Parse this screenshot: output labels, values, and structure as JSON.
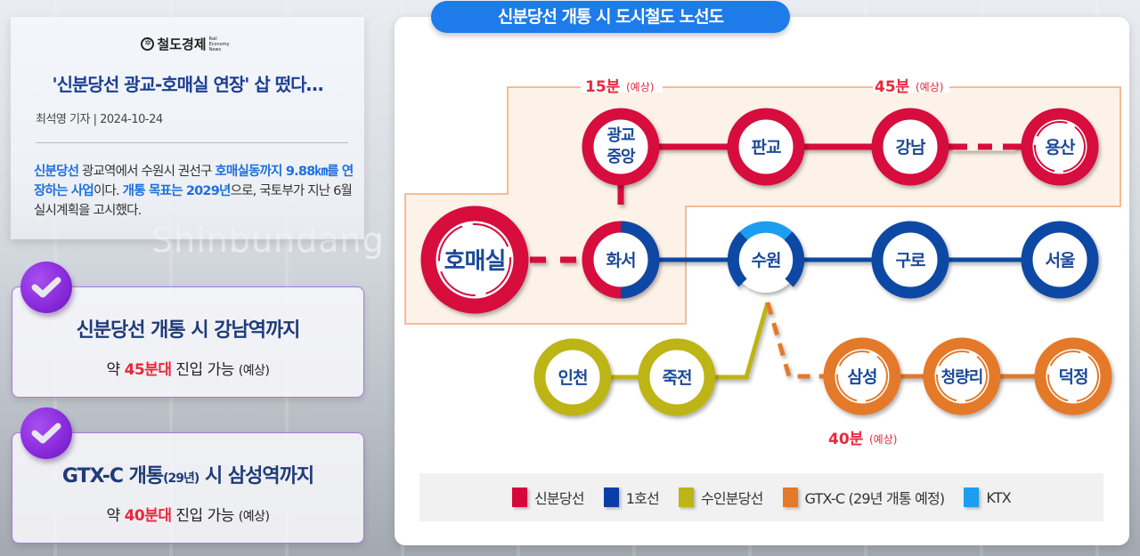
{
  "article": {
    "logo_text": "철도경제",
    "logo_sub": "Rail Economy News",
    "headline": "'신분당선 광교-호매실 연장' 삽 떴다…",
    "byline": "최석영 기자 | 2024-10-24",
    "body": [
      {
        "t": "신분당선",
        "hl": true
      },
      {
        "t": " 광교역에서 수원시 권선구 ",
        "hl": false
      },
      {
        "t": "호매실동까지 9.88㎞를 연장하는 사업",
        "hl": true
      },
      {
        "t": "이다. ",
        "hl": false
      },
      {
        "t": "개통 목표는 2029년",
        "hl": true
      },
      {
        "t": "으로, 국토부가 지난 6월 실시계획을 고시했다.",
        "hl": false
      }
    ]
  },
  "watermark": "Shinbundang Line",
  "cards": [
    {
      "title": "신분당선 개통 시 강남역까지",
      "sub_prefix": "약 ",
      "sub_highlight": "45분대",
      "sub_suffix": " 진입 가능 ",
      "sub_paren": "(예상)"
    },
    {
      "title_main": "GTX-C 개통",
      "title_small": "(29년)",
      "title_tail": " 시 삼성역까지",
      "sub_prefix": "약 ",
      "sub_highlight": "40분대",
      "sub_suffix": " 진입 가능 ",
      "sub_paren": "(예상)"
    }
  ],
  "map": {
    "title": "신분당선 개통 시 도시철도 노선도",
    "colors": {
      "shinbundang": "#d6073d",
      "line1": "#0a4aa4",
      "suin_bundang": "#bdb415",
      "gtx_c": "#e4792a",
      "ktx": "#1a9ef0",
      "zone_fill": "#fcf2e8",
      "zone_border": "#f2a877"
    },
    "times": [
      {
        "value": "15분",
        "note": "(예상)"
      },
      {
        "value": "45분",
        "note": "(예상)"
      },
      {
        "value": "40분",
        "note": "(예상)"
      }
    ],
    "stations": {
      "gwanggyo_jungang": [
        "광교",
        "중앙"
      ],
      "pangyo": "판교",
      "gangnam": "강남",
      "yongsan": "용산",
      "homaesil": "호매실",
      "hwaseo": "화서",
      "suwon": "수원",
      "guro": "구로",
      "seoul": "서울",
      "incheon": "인천",
      "jukjeon": "죽전",
      "samseong": "삼성",
      "cheongnyangni": "청량리",
      "deokjeong": "덕정"
    }
  },
  "legend": [
    {
      "label": "신분당선",
      "color": "#d6073d"
    },
    {
      "label": "1호선",
      "color": "#0a3ea6"
    },
    {
      "label": "수인분당선",
      "color": "#bdb415"
    },
    {
      "label": "GTX-C (29년 개통 예정)",
      "color": "#e4792a"
    },
    {
      "label": "KTX",
      "color": "#1a9ef0"
    }
  ]
}
